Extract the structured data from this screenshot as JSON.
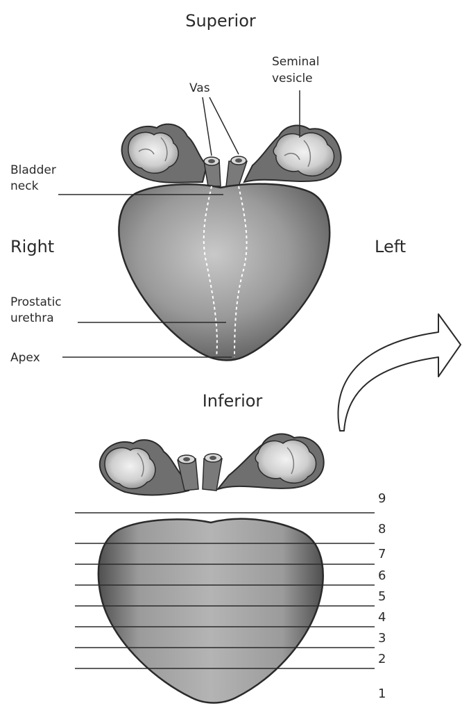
{
  "orientation": {
    "superior": "Superior",
    "inferior": "Inferior",
    "right": "Right",
    "left": "Left"
  },
  "labels": {
    "vas": "Vas",
    "seminal_vesicle_line1": "Seminal",
    "seminal_vesicle_line2": "vesicle",
    "bladder_neck_line1": "Bladder",
    "bladder_neck_line2": "neck",
    "prostatic_urethra_line1": "Prostatic",
    "prostatic_urethra_line2": "urethra",
    "apex": "Apex"
  },
  "section_numbers": [
    "9",
    "8",
    "7",
    "6",
    "5",
    "4",
    "3",
    "2",
    "1"
  ],
  "colors": {
    "gland_light": "#c9c9c9",
    "gland_mid": "#8c8c8c",
    "gland_dark": "#5a5a5a",
    "outline": "#2a2a2a",
    "text": "#2a2a2a"
  },
  "icons": {
    "transition_arrow": "curved-arrow-icon"
  }
}
